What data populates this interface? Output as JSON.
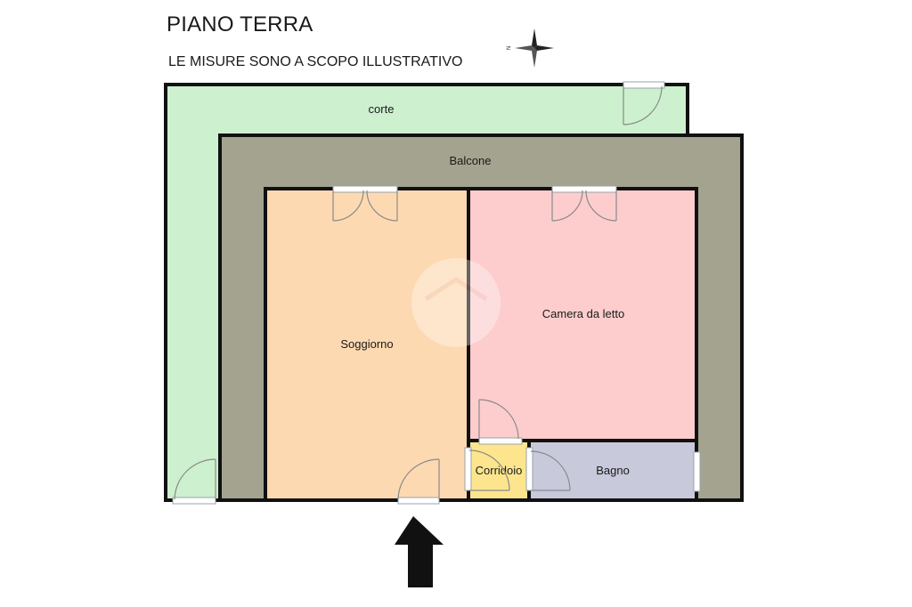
{
  "header": {
    "title": "PIANO TERRA",
    "subtitle": "LE MISURE SONO A SCOPO ILLUSTRATIVO"
  },
  "compass": {
    "north_label": "N",
    "icon": "compass-rose-icon"
  },
  "rooms": {
    "corte": {
      "label": "corte",
      "color": "#cdf0cf"
    },
    "balcone": {
      "label": "Balcone",
      "color": "#a3a390"
    },
    "soggiorno": {
      "label": "Soggiorno",
      "color": "#fdd9b1"
    },
    "camera": {
      "label": "Camera da letto",
      "color": "#fdcdcd"
    },
    "corridoio": {
      "label": "Corridoio",
      "color": "#fde58e"
    },
    "bagno": {
      "label": "Bagno",
      "color": "#c9c9dc"
    }
  },
  "entrance": {
    "icon": "entrance-arrow-icon"
  },
  "colors": {
    "wall": "#111111",
    "door": "#8a8a8a",
    "window": "#9aa3aa"
  }
}
